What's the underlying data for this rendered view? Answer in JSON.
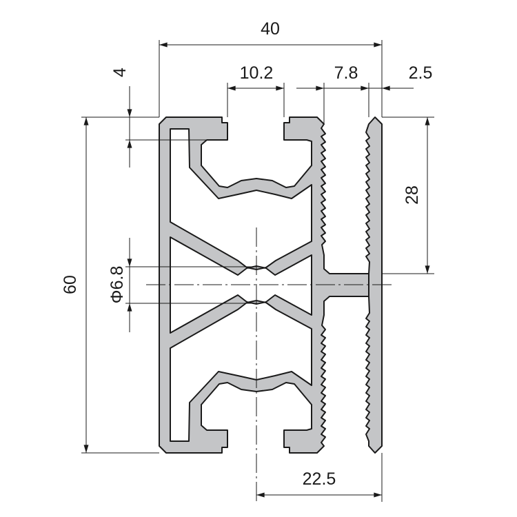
{
  "drawing": {
    "profile_color": "#c4c5c7",
    "line_color": "#1a1a1a",
    "dimensions": {
      "overall_width": "40",
      "slot_width": "10.2",
      "gap_width": "7.8",
      "plate_thickness": "2.5",
      "lip_height": "4",
      "overall_height": "60",
      "plate_height": "28",
      "bore_diameter": "Φ6.8",
      "offset": "22.5"
    }
  }
}
